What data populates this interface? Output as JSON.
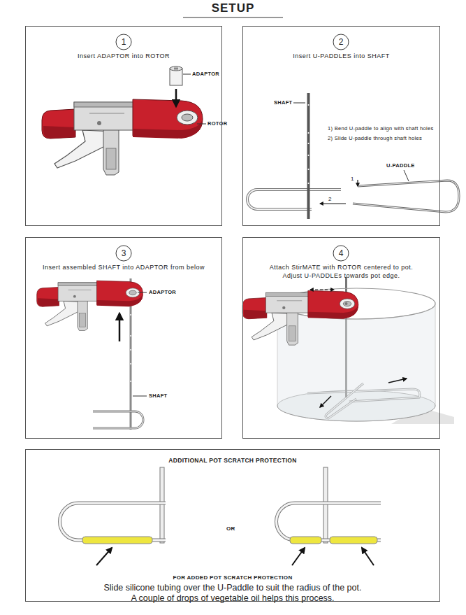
{
  "diagram": {
    "title": "SETUP",
    "nodes": [
      {
        "text": [
          "Insert ADAPTOR into ROTOR"
        ]
      },
      {
        "text": [
          "1"
        ],
        "in": 0
      },
      {
        "text": [
          "Insert U-PADDLES into SHAFT"
        ]
      },
      {
        "text": [
          "2"
        ],
        "in": 2
      },
      {
        "text": [
          "Insert assembled SHAFT into ADAPTOR from below"
        ]
      },
      {
        "text": [
          "3"
        ],
        "in": 4
      },
      {
        "text": [
          "Attach StirMATE with ROTOR centered to pot. Adjust U-PADDLEs towards pot edge."
        ]
      },
      {
        "text": [
          "4"
        ],
        "in": 6
      },
      {
        "text": [
          "ADDITIONAL POT SCRATCH PROTECTION",
          "FOR ADDED POT SCRATCH PROTECTION",
          "Slide silicone tubing over the U-Paddle to suit the radius of the pot. A couple of drops of vegetable oil helps this process."
        ]
      }
    ],
    "labels": [
      "ADAPTOR",
      "ROTOR",
      "SHAFT",
      "1) Bend U-paddle to align with shaft holes",
      "2) Slide U-paddle through shaft holes",
      "U-PADDLE",
      "1",
      "2",
      "ADAPTOR",
      "SHAFT",
      "OR"
    ]
  }
}
